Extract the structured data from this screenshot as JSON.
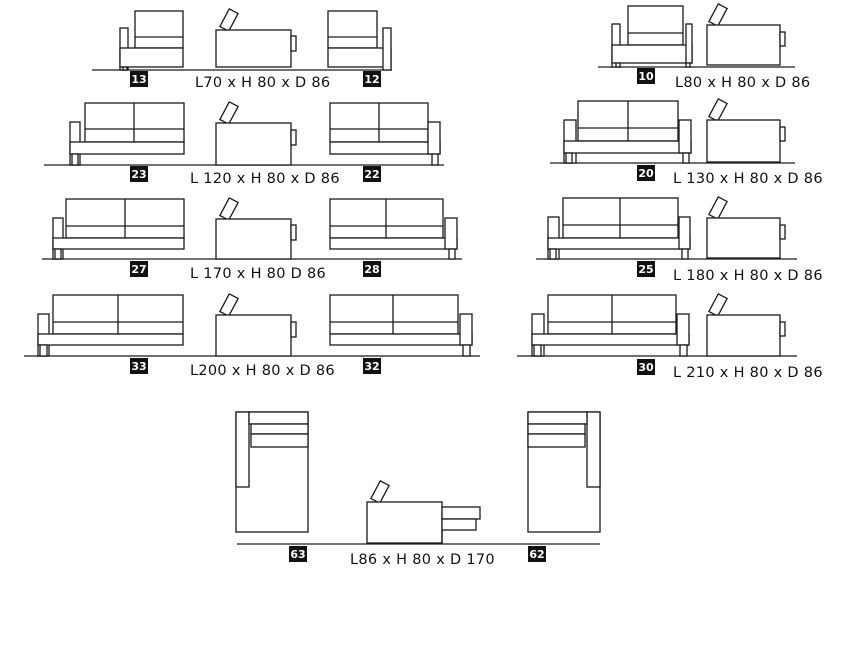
{
  "diagram": {
    "rows": [
      {
        "left_code": "13",
        "right_code": "12",
        "dimension": "L70 x H 80 x D 86",
        "alt_code": "10",
        "alt_dimension": "L80 x H 80 x D 86"
      },
      {
        "left_code": "23",
        "right_code": "22",
        "dimension": "L 120 x H 80 x D 86",
        "alt_code": "20",
        "alt_dimension": "L 130 x H 80 x D 86"
      },
      {
        "left_code": "27",
        "right_code": "28",
        "dimension": "L 170 x H 80 D 86",
        "alt_code": "25",
        "alt_dimension": "L 180 x H 80 x D 86"
      },
      {
        "left_code": "33",
        "right_code": "32",
        "dimension": "L200 x H 80 x D 86",
        "alt_code": "30",
        "alt_dimension": "L 210 x H 80 x D 86"
      }
    ],
    "chaise": {
      "left_code": "63",
      "right_code": "62",
      "dimension": "L86 x H 80 x D 170"
    }
  }
}
